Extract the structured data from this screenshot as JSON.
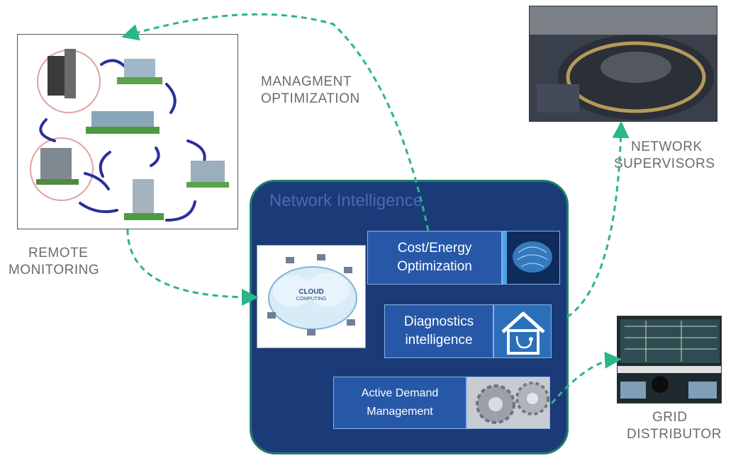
{
  "labels": {
    "management_line1": "MANAGMENT",
    "management_line2": "OPTIMIZATION",
    "network_sup_line1": "NETWORK",
    "network_sup_line2": "SUPERVISORS",
    "remote_line1": "REMOTE",
    "remote_line2": "MONITORING",
    "grid_line1": "GRID",
    "grid_line2": "DISTRIBUTOR"
  },
  "network_intelligence": {
    "title": "Network Intelligence",
    "cloud_line1": "CLOUD",
    "cloud_line2": "COMPUTING",
    "modules": [
      {
        "line1": "Cost/Energy",
        "line2": "Optimization",
        "icon": "brain-icon"
      },
      {
        "line1": "Diagnostics",
        "line2": "intelligence",
        "icon": "house-stethoscope-icon"
      },
      {
        "line1": "Active Demand",
        "line2": "Management",
        "icon": "gears-icon"
      }
    ]
  },
  "colors": {
    "arrow": "#2bb58a",
    "panel": "#1a3b78",
    "module": "#2758a8",
    "border": "#1f7d6a"
  }
}
